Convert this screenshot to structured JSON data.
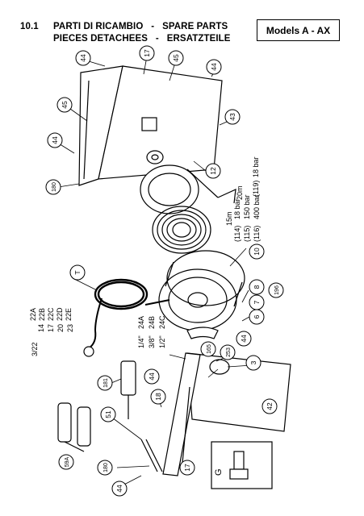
{
  "header": {
    "section_number": "10.1",
    "line1": "PARTI DI RICAMBIO   -   SPARE PARTS",
    "line2": "PIECES DETACHEES   -   ERSATZTEILE",
    "model_label": "Models A - AX"
  },
  "part_labels": [
    "44",
    "17",
    "45",
    "44",
    "45",
    "43",
    "44",
    "12",
    "180",
    "10",
    "T",
    "8",
    "7",
    "6",
    "196",
    "165",
    "44",
    "3",
    "253",
    "42",
    "181",
    "18",
    "44",
    "51",
    "17",
    "180",
    "59A",
    "44"
  ],
  "annotations": {
    "hose_length_15": "15m",
    "hose_length_20": "20m",
    "code_114": "(114)",
    "pressure_18bar_a": "18 bar",
    "code_115": "(115)",
    "pressure_150bar": "150 bar",
    "code_116": "(116)",
    "pressure_400bar": "400 bar",
    "code_119": "(119)",
    "pressure_18bar_b": "18 bar",
    "code_22a": "22A",
    "code_22b": "22B",
    "code_22c": "22C",
    "code_22d": "22D",
    "code_22e": "22E",
    "num_14": "14",
    "num_17": "17",
    "num_20": "20",
    "num_23": "23",
    "fitting_size_a": "1/4\"",
    "fitting_code_a": "24A",
    "fitting_size_b": "3/8\"",
    "fitting_code_b": "24B",
    "fitting_size_c": "1/2\"",
    "fitting_code_c": "24C",
    "code_322": "3/22",
    "letter_G": "G"
  }
}
